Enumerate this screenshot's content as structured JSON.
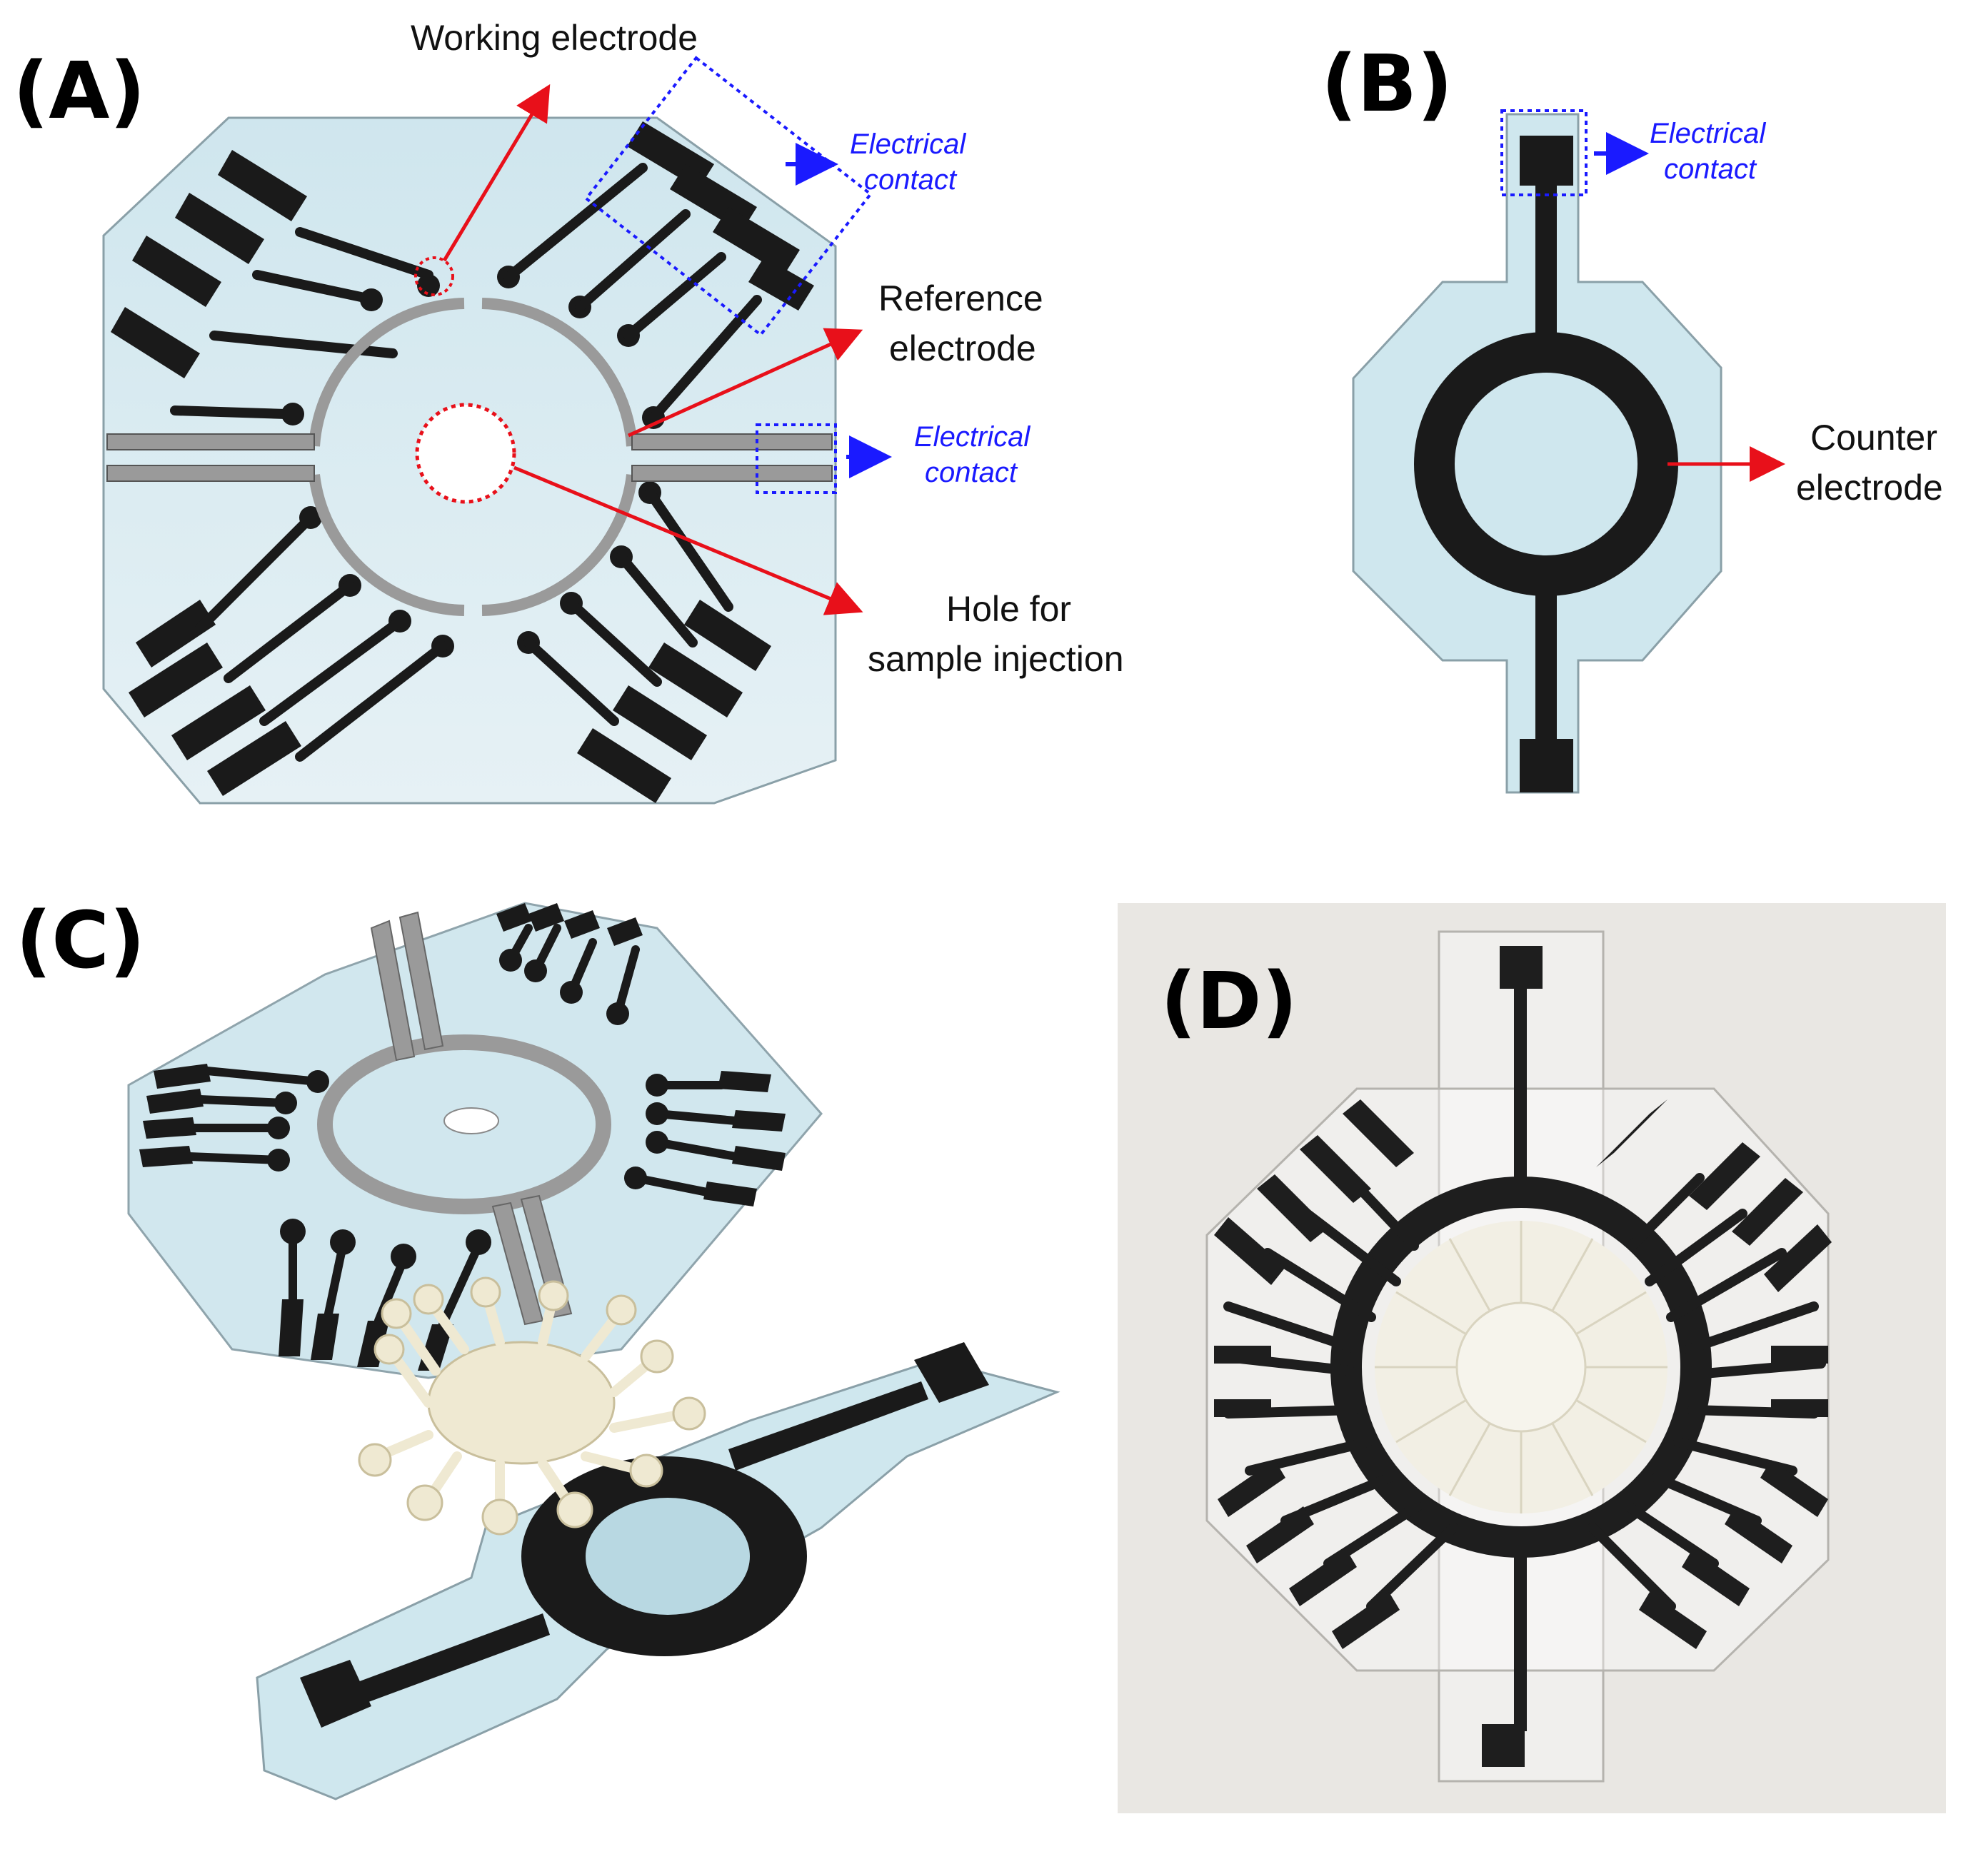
{
  "panels": {
    "a": {
      "label": "(A)"
    },
    "b": {
      "label": "(B)"
    },
    "c": {
      "label": "(C)"
    },
    "d": {
      "label": "(D)"
    }
  },
  "annotations": {
    "working_electrode": "Working electrode",
    "electrical_contact_line1": "Electrical",
    "electrical_contact_line2": "contact",
    "reference_electrode_line1": "Reference",
    "reference_electrode_line2": "electrode",
    "hole_line1": "Hole for",
    "hole_line2": "sample injection",
    "counter_electrode_line1": "Counter",
    "counter_electrode_line2": "electrode"
  },
  "colors": {
    "substrate": "#cfe7ee",
    "substrate_edge": "#8aa0a8",
    "trace": "#1a1a1a",
    "reference_ring": "#9a9a9a",
    "red_arrow": "#e8101a",
    "blue_arrow": "#1a1aff",
    "paper_cream": "#efe9d2",
    "photo_background": "#e9e7e3"
  },
  "icons": {
    "working_electrode_marker": "dotted-red-circle",
    "contact_box": "dotted-blue-rectangle",
    "hole_marker": "dotted-red-circle"
  }
}
